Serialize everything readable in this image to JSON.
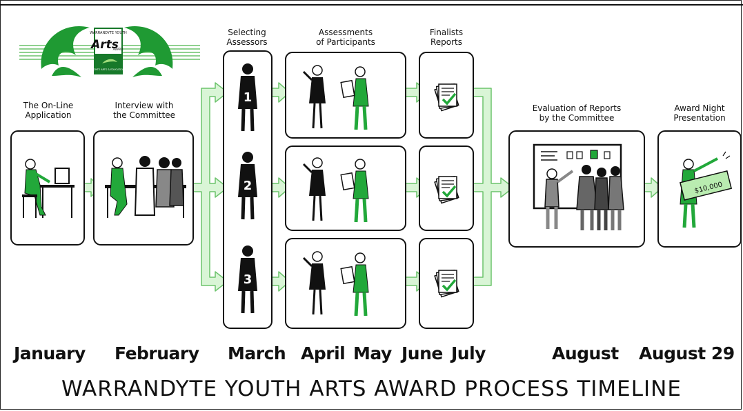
{
  "logo": {
    "top": "WARRANDYTE YOUTH",
    "main": "Arts",
    "side": "AWARD",
    "bottom": "WARRANDYTE ARTS & EDUCATION TRUST"
  },
  "stages": [
    {
      "label": "The On-Line\nApplication"
    },
    {
      "label": "Interview with\nthe Committee"
    },
    {
      "label": "Selecting\nAssessors"
    },
    {
      "label": "Assessments\nof Participants"
    },
    {
      "label": "Finalists\nReports"
    },
    {
      "label": "Evaluation of Reports\nby the Committee"
    },
    {
      "label": "Award Night\nPresentation"
    }
  ],
  "assessors": [
    "1",
    "2",
    "3"
  ],
  "cheque": "$10,000",
  "months": [
    "January",
    "February",
    "March",
    "April",
    "May",
    "June",
    "July",
    "August",
    "August 29"
  ],
  "title": "WARRANDYTE YOUTH ARTS AWARD PROCESS TIMELINE",
  "colors": {
    "accent": "#22a83a",
    "arrow_fill": "#d9f5d6",
    "arrow_stroke": "#6cc36c",
    "ink": "#111111"
  }
}
